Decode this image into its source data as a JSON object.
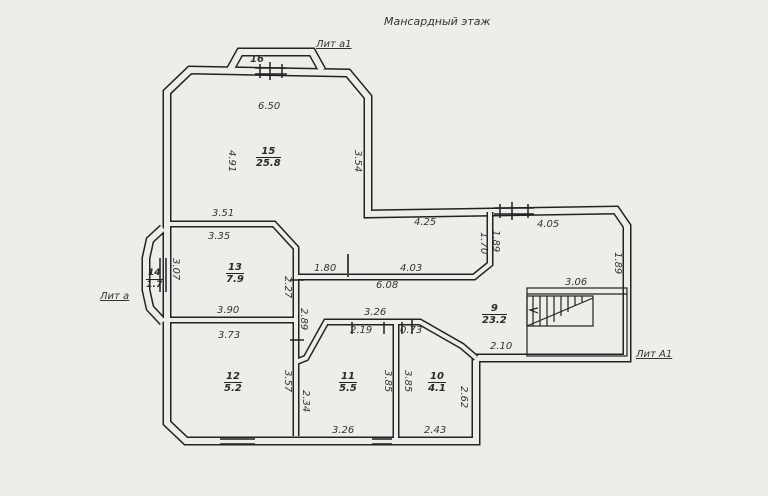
{
  "title": "Мансардный этаж",
  "labels": {
    "lit_a1_top": "Лит а1",
    "lit_a": "Лит а",
    "lit_A1": "Лит А1"
  },
  "rooms": [
    {
      "number": "15",
      "area": "25.8"
    },
    {
      "number": "13",
      "area": "7.9"
    },
    {
      "number": "14",
      "area": "1.7"
    },
    {
      "number": "12",
      "area": "5.2"
    },
    {
      "number": "11",
      "area": "5.5"
    },
    {
      "number": "10",
      "area": "4.1"
    },
    {
      "number": "9",
      "area": "23.2"
    },
    {
      "number": "16",
      "area": ""
    }
  ],
  "dimensions": {
    "d650": "6.50",
    "d491": "4.91",
    "d354": "3.54",
    "d351": "3.51",
    "d335": "3.35",
    "d307": "3.07",
    "d227": "2.27",
    "d180": "1.80",
    "d403": "4.03",
    "d608": "6.08",
    "d425": "4.25",
    "d170": "1.70",
    "d189a": "1.89",
    "d405": "4.05",
    "d189b": "1.89",
    "d306": "3.06",
    "d390": "3.90",
    "d373": "3.73",
    "d289": "2.89",
    "d326a": "3.26",
    "d219": "2.19",
    "d073": "0.73",
    "d210": "2.10",
    "d357": "3.57",
    "d234": "2.34",
    "d385a": "3.85",
    "d385b": "3.85",
    "d262": "2.62",
    "d326b": "3.26",
    "d243": "2.43"
  }
}
